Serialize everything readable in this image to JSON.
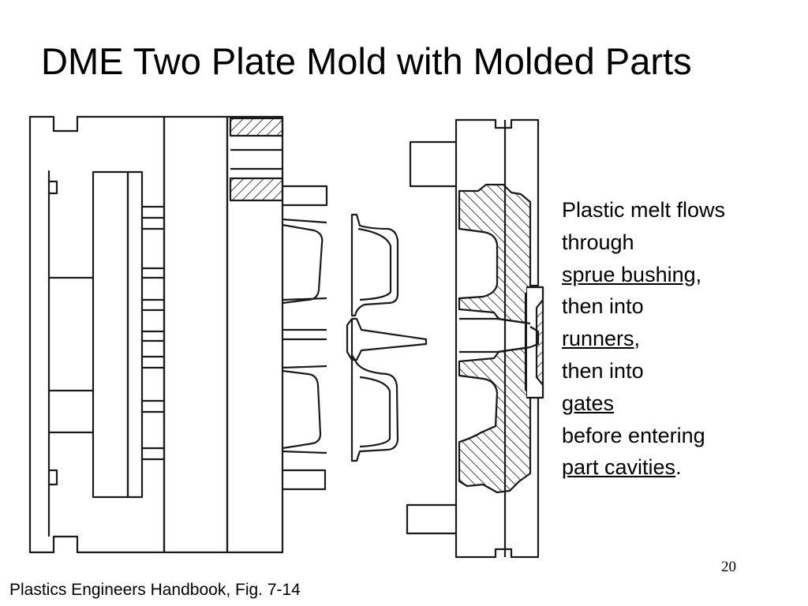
{
  "slide": {
    "title": "DME Two Plate Mold with Molded Parts",
    "page_number": "20",
    "source": "Plastics Engineers Handbook, Fig. 7-14"
  },
  "explanation": {
    "line1": "Plastic melt flows",
    "line2": "through",
    "sprue_bushing": "sprue bushing",
    "comma1": ",",
    "line4": "then into",
    "runners": "runners",
    "comma2": ",",
    "line6": "then into",
    "gates": "gates",
    "line8": "before entering",
    "part_cavities": "part cavities",
    "period": "."
  },
  "diagram": {
    "line_color": "#1a1a1a",
    "background": "#ffffff"
  }
}
